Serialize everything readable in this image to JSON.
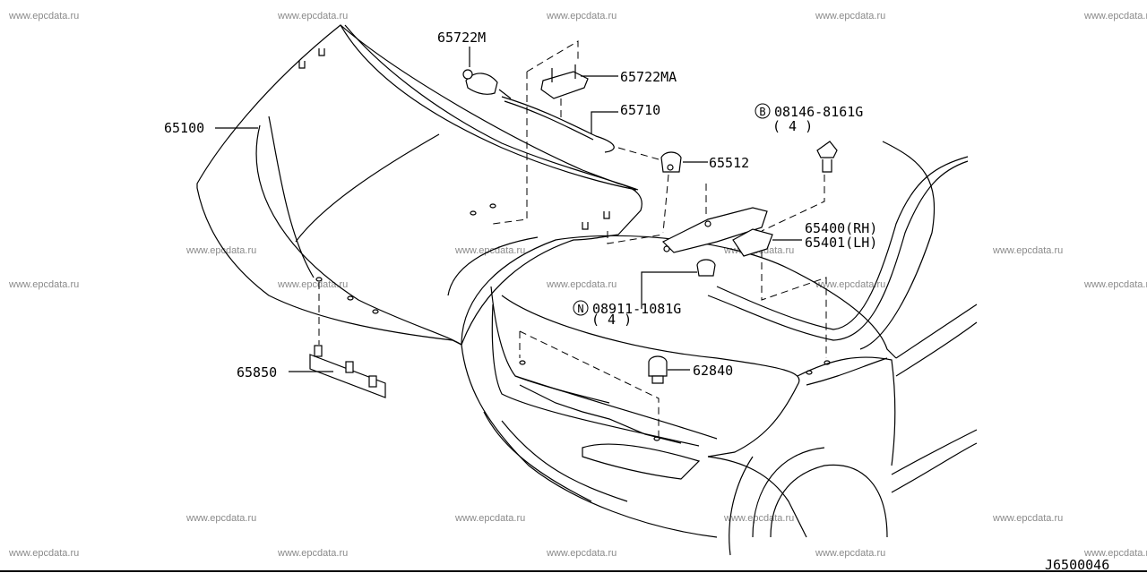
{
  "watermark": "www.epcdata.ru",
  "diagram_code": "J6500046",
  "labels": {
    "p65722m": "65722M",
    "p65722ma": "65722MA",
    "p65710": "65710",
    "p65100": "65100",
    "p65512": "65512",
    "bolt_prefix": "B",
    "bolt": "08146-8161G",
    "bolt_qty": "( 4 )",
    "p65400": "65400(RH)",
    "p65401": "65401(LH)",
    "nut_prefix": "N",
    "nut": "08911-1081G",
    "nut_qty": "( 4 )",
    "p62840": "62840",
    "p65850": "65850"
  }
}
